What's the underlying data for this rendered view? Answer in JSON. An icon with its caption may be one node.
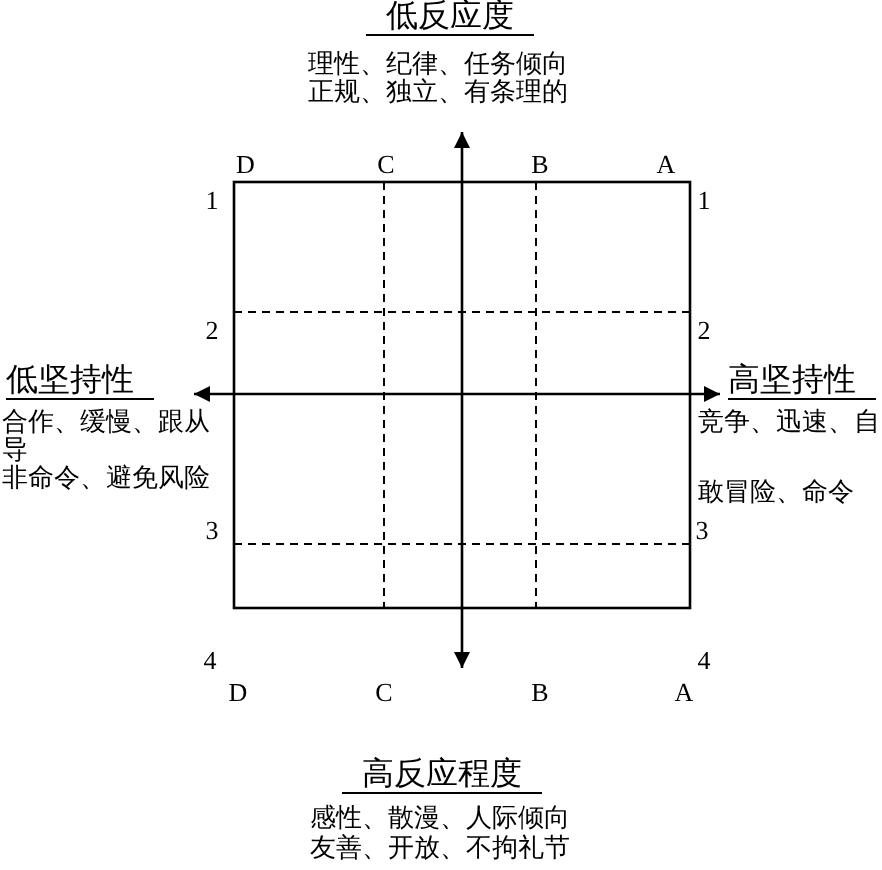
{
  "diagram": {
    "labels": [
      "低反应度",
      "理性、纪律、任务倾向",
      "正规、独立、有条理的",
      "D",
      "C",
      "B",
      "A",
      "1",
      "1",
      "2",
      "2",
      "低坚持性",
      "高坚持性",
      "合作、缓慢、跟从导",
      "竞争、迅速、自",
      "非命令、避免风险",
      "敢冒险、命令",
      "3",
      "3",
      "4",
      "4",
      "D",
      "C",
      "B",
      "A",
      "高反应程度",
      "感性、散漫、人际倾向",
      "友善、开放、不拘礼节"
    ]
  }
}
